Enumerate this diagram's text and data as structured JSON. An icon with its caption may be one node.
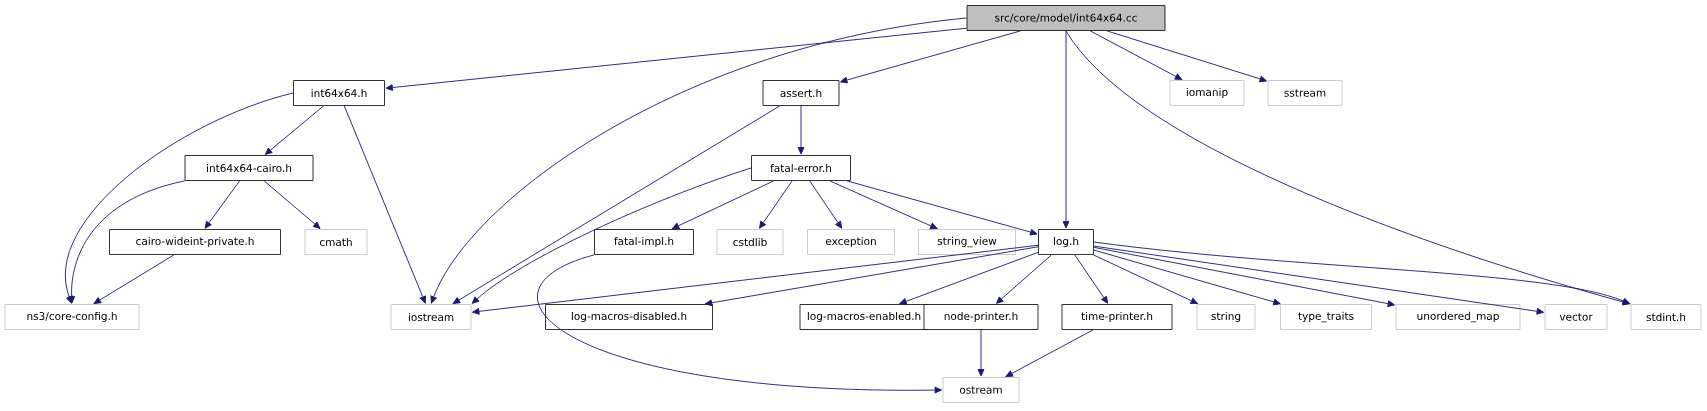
{
  "diagram": {
    "nodes": [
      {
        "text": [
          "src/core/model/int64x64.cc"
        ]
      },
      {
        "text": [
          "int64x64.h"
        ]
      },
      {
        "text": [
          "assert.h"
        ]
      },
      {
        "text": [
          "iomanip"
        ]
      },
      {
        "text": [
          "sstream"
        ]
      },
      {
        "text": [
          "int64x64-cairo.h"
        ]
      },
      {
        "text": [
          "fatal-error.h"
        ]
      },
      {
        "text": [
          "cairo-wideint-private.h"
        ]
      },
      {
        "text": [
          "cmath"
        ]
      },
      {
        "text": [
          "fatal-impl.h"
        ]
      },
      {
        "text": [
          "cstdlib"
        ]
      },
      {
        "text": [
          "exception"
        ]
      },
      {
        "text": [
          "string_view"
        ]
      },
      {
        "text": [
          "log.h"
        ]
      },
      {
        "text": [
          "ns3/core-config.h"
        ]
      },
      {
        "text": [
          "iostream"
        ]
      },
      {
        "text": [
          "log-macros-disabled.h"
        ]
      },
      {
        "text": [
          "log-macros-enabled.h"
        ]
      },
      {
        "text": [
          "node-printer.h"
        ]
      },
      {
        "text": [
          "time-printer.h"
        ]
      },
      {
        "text": [
          "string"
        ]
      },
      {
        "text": [
          "type_traits"
        ]
      },
      {
        "text": [
          "unordered_map"
        ]
      },
      {
        "text": [
          "vector"
        ]
      },
      {
        "text": [
          "stdint.h"
        ]
      },
      {
        "text": [
          "ostream"
        ]
      }
    ],
    "edges": [
      {
        "from": 0,
        "to": 1,
        "arrow": "to"
      },
      {
        "from": 0,
        "to": 15,
        "arrow": "to"
      },
      {
        "from": 0,
        "to": 2,
        "arrow": "to"
      },
      {
        "from": 0,
        "to": 13,
        "arrow": "to"
      },
      {
        "from": 0,
        "to": 3,
        "arrow": "to"
      },
      {
        "from": 0,
        "to": 4,
        "arrow": "to"
      },
      {
        "from": 0,
        "to": 24,
        "arrow": "to"
      },
      {
        "from": 1,
        "to": 14,
        "arrow": "to"
      },
      {
        "from": 1,
        "to": 5,
        "arrow": "to"
      },
      {
        "from": 1,
        "to": 15,
        "arrow": "to"
      },
      {
        "from": 5,
        "to": 14,
        "arrow": "to"
      },
      {
        "from": 5,
        "to": 7,
        "arrow": "to"
      },
      {
        "from": 5,
        "to": 8,
        "arrow": "to"
      },
      {
        "from": 7,
        "to": 14,
        "arrow": "to"
      },
      {
        "from": 2,
        "to": 15,
        "arrow": "to"
      },
      {
        "from": 2,
        "to": 6,
        "arrow": "to"
      },
      {
        "from": 6,
        "to": 15,
        "arrow": "to"
      },
      {
        "from": 6,
        "to": 9,
        "arrow": "to"
      },
      {
        "from": 6,
        "to": 10,
        "arrow": "to"
      },
      {
        "from": 6,
        "to": 11,
        "arrow": "to"
      },
      {
        "from": 6,
        "to": 12,
        "arrow": "to"
      },
      {
        "from": 6,
        "to": 13,
        "arrow": "to"
      },
      {
        "from": 9,
        "to": 25,
        "arrow": "to"
      },
      {
        "from": 13,
        "to": 15,
        "arrow": "to"
      },
      {
        "from": 13,
        "to": 16,
        "arrow": "to"
      },
      {
        "from": 13,
        "to": 17,
        "arrow": "to"
      },
      {
        "from": 13,
        "to": 18,
        "arrow": "to"
      },
      {
        "from": 13,
        "to": 19,
        "arrow": "to"
      },
      {
        "from": 13,
        "to": 20,
        "arrow": "to"
      },
      {
        "from": 13,
        "to": 21,
        "arrow": "to"
      },
      {
        "from": 13,
        "to": 22,
        "arrow": "to"
      },
      {
        "from": 13,
        "to": 23,
        "arrow": "to"
      },
      {
        "from": 13,
        "to": 24,
        "arrow": "to"
      },
      {
        "from": 18,
        "to": 25,
        "arrow": "to"
      },
      {
        "from": 19,
        "to": 25,
        "arrow": "to"
      }
    ]
  }
}
